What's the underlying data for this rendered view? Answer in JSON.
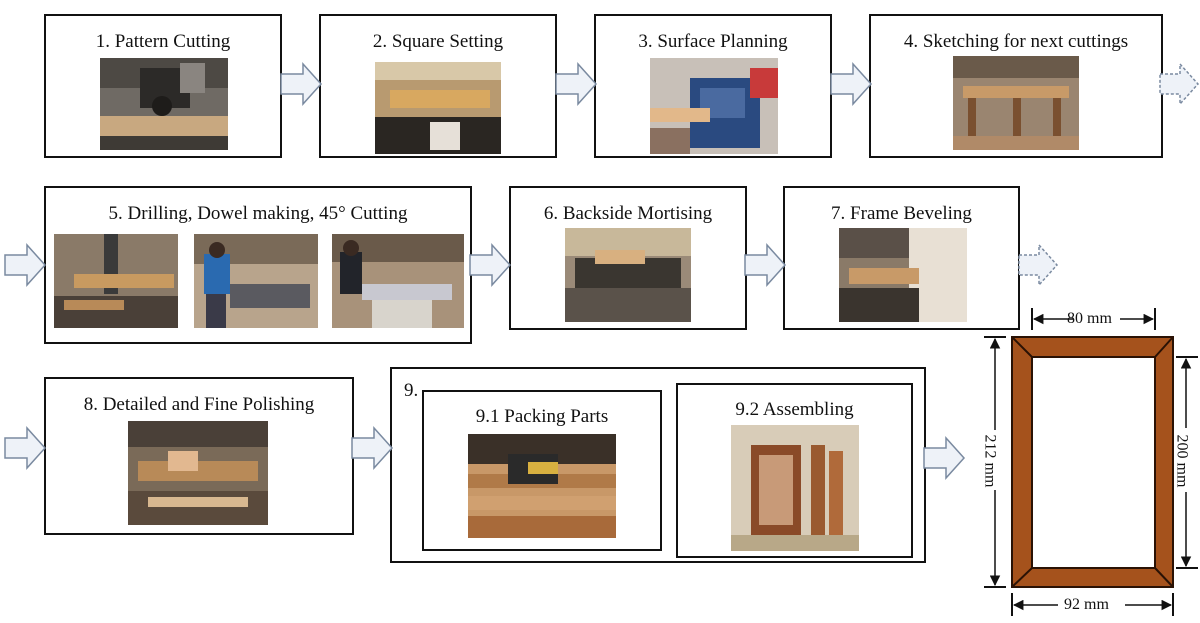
{
  "steps": {
    "s1": {
      "title": "1. Pattern Cutting"
    },
    "s2": {
      "title": "2. Square Setting"
    },
    "s3": {
      "title": "3. Surface Planning"
    },
    "s4": {
      "title": "4. Sketching for next cuttings"
    },
    "s5": {
      "title": "5. Drilling, Dowel making, 45° Cutting"
    },
    "s6": {
      "title": "6. Backside Mortising"
    },
    "s7": {
      "title": "7. Frame Beveling"
    },
    "s8": {
      "title": "8. Detailed and Fine Polishing"
    },
    "s9": {
      "title": "9.",
      "sub1": "9.1 Packing Parts",
      "sub2": "9.2 Assembling"
    }
  },
  "frame": {
    "top_width": "80 mm",
    "bottom_width": "92 mm",
    "left_height": "212 mm",
    "right_height": "200 mm",
    "colors": {
      "wood": "#a5521c",
      "edge": "#2a1205"
    }
  },
  "colors": {
    "arrow_fill": "#eef2f8",
    "arrow_stroke": "#7a8aa0"
  }
}
